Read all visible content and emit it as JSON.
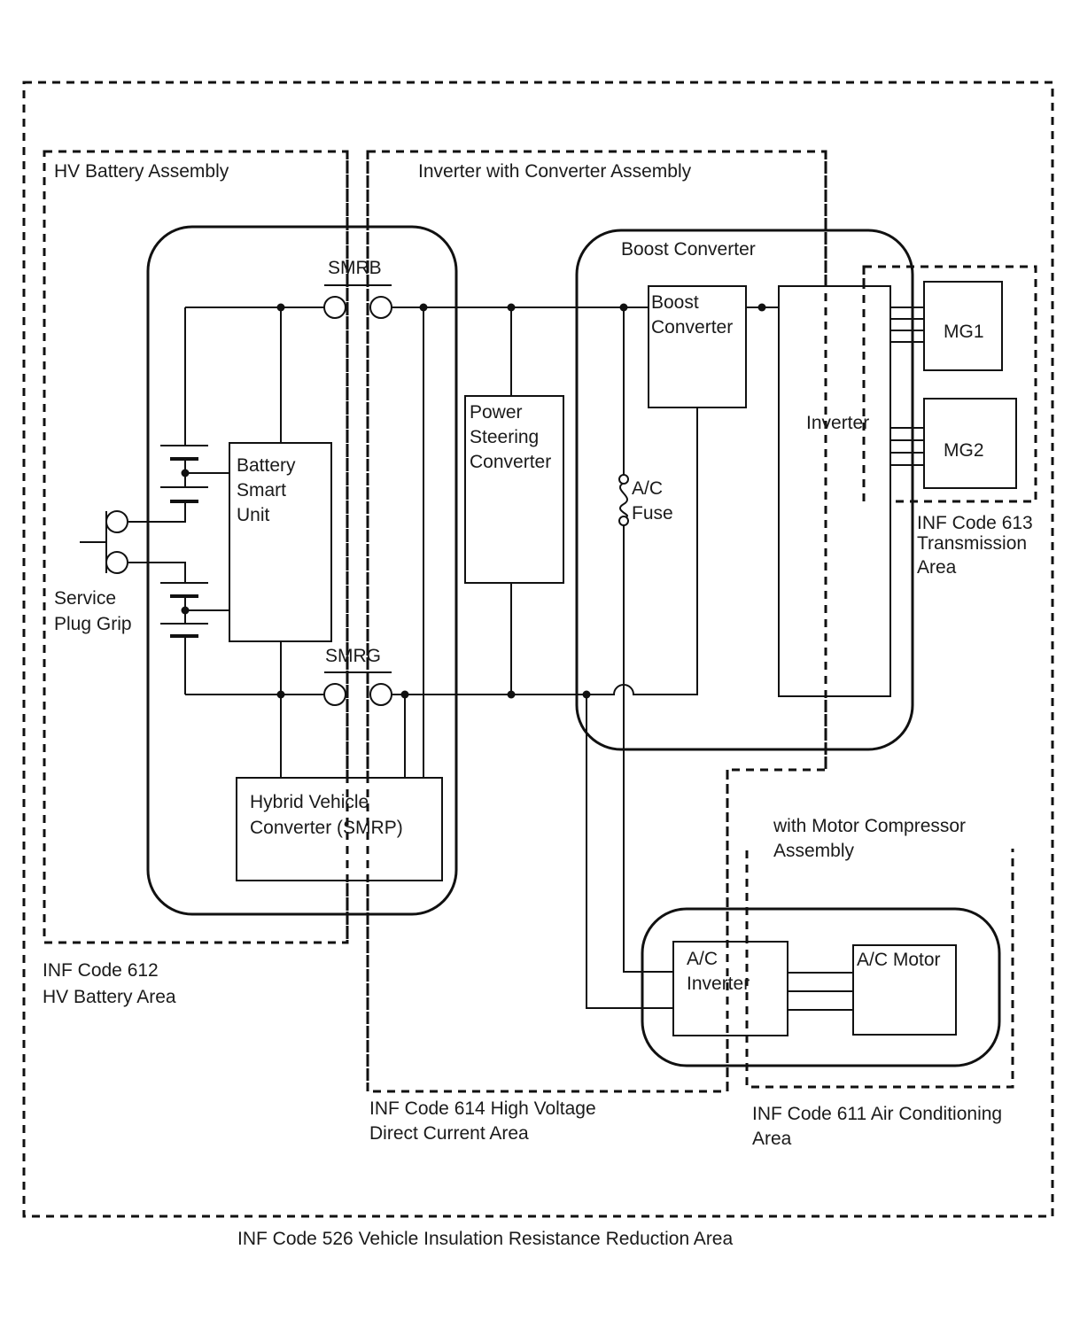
{
  "labels": {
    "hv_battery_assembly": "HV Battery Assembly",
    "inverter_with_converter_assembly": "Inverter with Converter Assembly",
    "smrb": "SMRB",
    "smrg": "SMRG",
    "boost_converter_group": "Boost Converter",
    "boost_converter_block": [
      "Boost",
      "Converter"
    ],
    "battery_smart_unit": [
      "Battery",
      "Smart",
      "Unit"
    ],
    "power_steering_converter": [
      "Power",
      "Steering",
      "Converter"
    ],
    "ac_fuse": [
      "A/C",
      "Fuse"
    ],
    "inverter": "Inverter",
    "mg1": "MG1",
    "mg2": "MG2",
    "inf_613": [
      "INF Code 613",
      "Transmission",
      "Area"
    ],
    "service_plug_grip": [
      "Service",
      "Plug Grip"
    ],
    "hybrid_vehicle_converter": [
      "Hybrid Vehicle",
      "Converter (SMRP)"
    ],
    "with_motor_compressor_assembly": [
      "with Motor Compressor",
      "Assembly"
    ],
    "ac_inverter": [
      "A/C",
      "Inverter"
    ],
    "ac_motor": "A/C Motor",
    "inf_612": [
      "INF Code 612",
      "HV Battery Area"
    ],
    "inf_614": [
      "INF Code 614 High Voltage",
      "Direct Current Area"
    ],
    "inf_611": [
      "INF Code 611 Air Conditioning",
      "Area"
    ],
    "inf_526": "INF Code 526 Vehicle Insulation Resistance Reduction Area"
  }
}
